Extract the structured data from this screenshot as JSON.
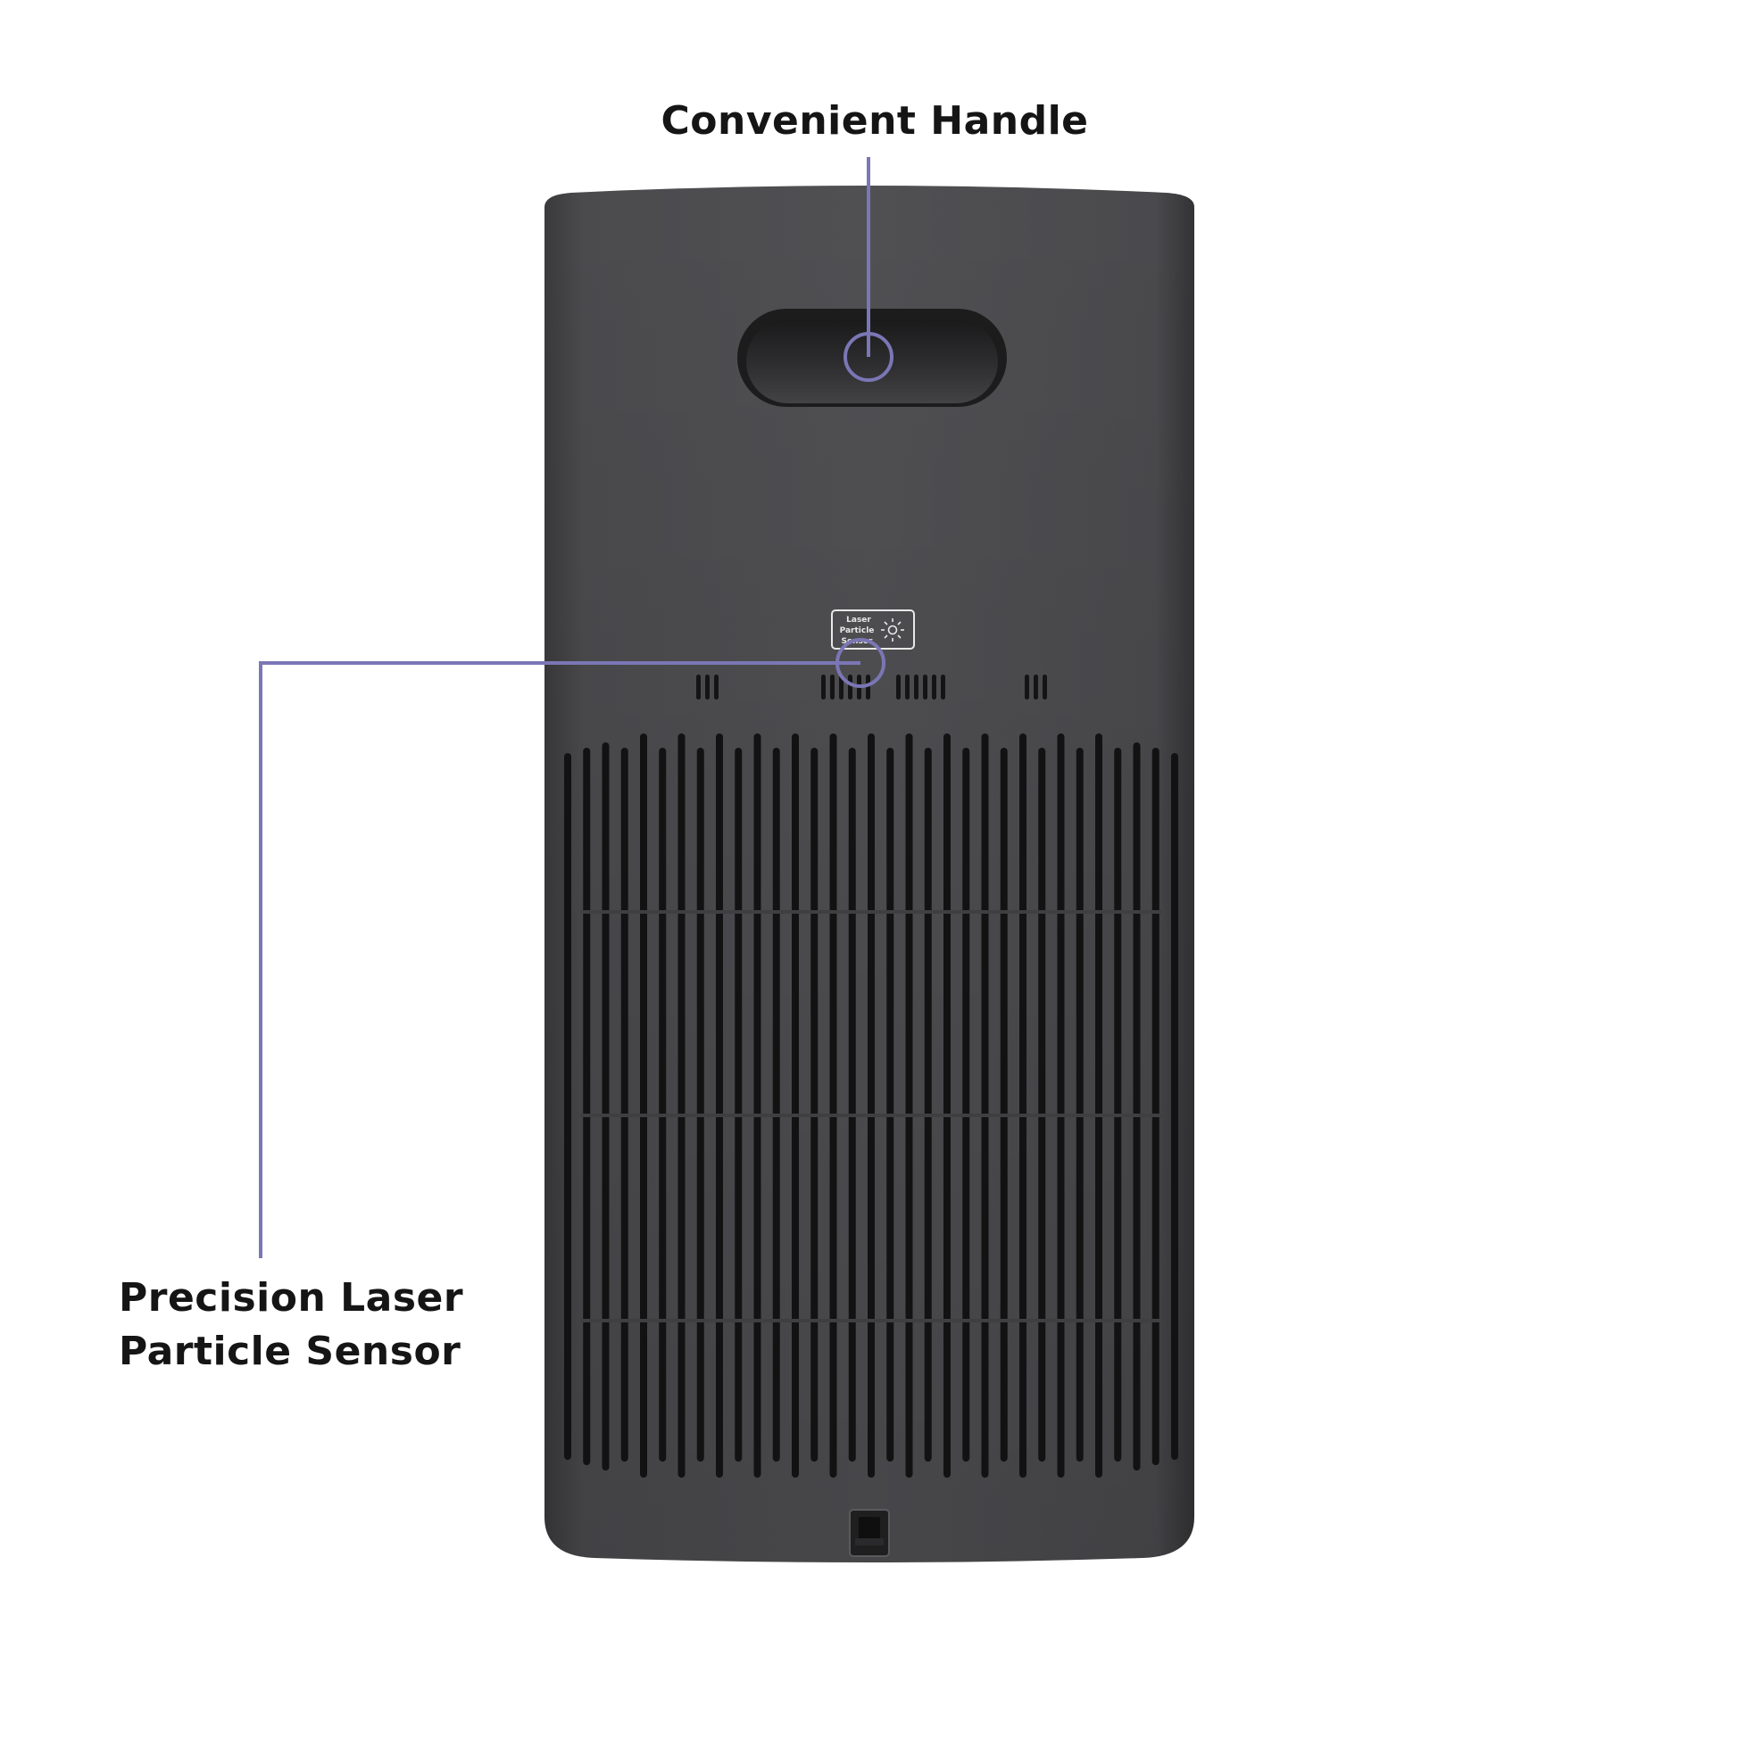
{
  "callouts": {
    "handle": {
      "title": "Convenient Handle"
    },
    "sensor": {
      "line1": "Precision Laser",
      "line2": "Particle Sensor"
    }
  },
  "badge": {
    "line1": "Laser",
    "line2": "Particle",
    "line3": "Sensor"
  },
  "icons": {
    "sun": "sun-icon",
    "sensor_callout": "sensor-callout-icon",
    "handle_callout": "handle-callout-icon"
  },
  "colors": {
    "accent": "#7b77b5",
    "body": "#4a4a4c",
    "body_dark": "#2c2c2e",
    "slot": "#121213",
    "text": "#151515"
  }
}
